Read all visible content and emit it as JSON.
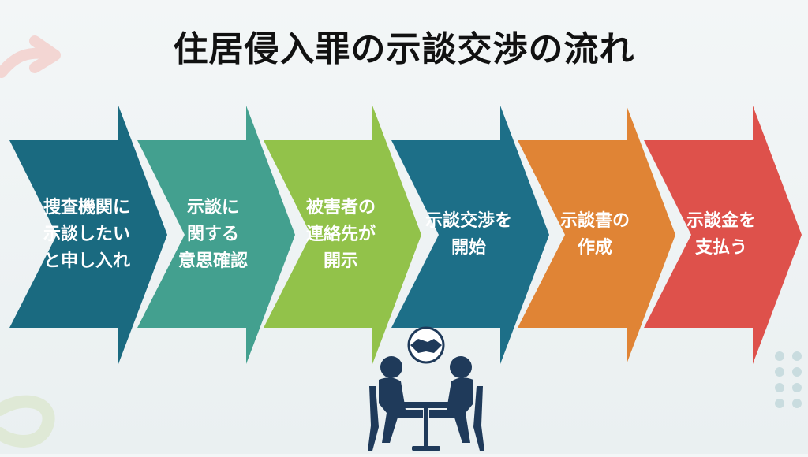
{
  "title": "住居侵入罪の示談交渉の流れ",
  "steps": [
    {
      "label": "捜査機関に\n示談したい\nと申し入れ",
      "color": "#1a6a80"
    },
    {
      "label": "示談に\n関する\n意思確認",
      "color": "#43a08f"
    },
    {
      "label": "被害者の\n連絡先が\n開示",
      "color": "#92c24a"
    },
    {
      "label": "示談交渉を\n開始",
      "color": "#1d6f88"
    },
    {
      "label": "示談書の\n作成",
      "color": "#e08435"
    },
    {
      "label": "示談金を\n支払う",
      "color": "#de514b"
    }
  ],
  "icons": {
    "handshake": "handshake-icon",
    "meeting": "meeting-people-icon"
  },
  "colors": {
    "icon_navy": "#1f3a5a",
    "decor_pink": "#f3d6d3",
    "decor_green": "#dfe9d6",
    "decor_teal": "#c9dcdf"
  }
}
